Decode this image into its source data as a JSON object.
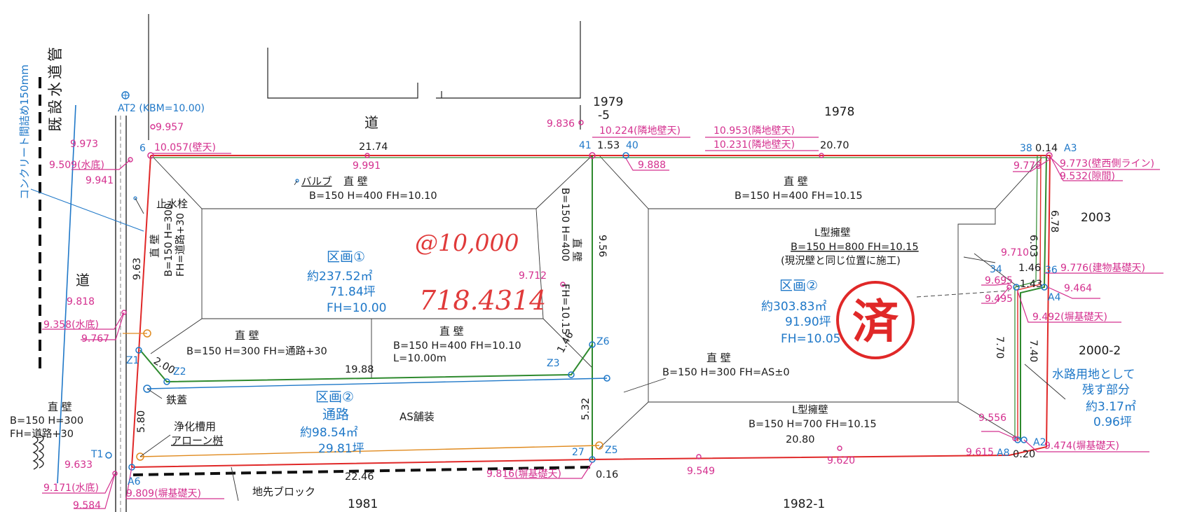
{
  "vertical_labels": {
    "concrete_note": "コンクリート間詰め150mm",
    "water_pipe": "既設水道管"
  },
  "benchmark": "AT2 (KBM=10.00)",
  "parcels": {
    "p1979_5_line1": "1979",
    "p1979_5_line2": "-5",
    "p1978": "1978",
    "p2003": "2003",
    "p2000_2": "2000-2",
    "p1981": "1981",
    "p1982_1": "1982-1"
  },
  "roads": {
    "top": "道",
    "left": "道"
  },
  "points": {
    "at2": "AT2",
    "p6": "6",
    "p41": "41",
    "p40": "40",
    "p38": "38",
    "a3": "A3",
    "p34": "34",
    "p36": "36",
    "a4": "A4",
    "z1": "Z1",
    "z2": "Z2",
    "z3": "Z3",
    "z6": "Z6",
    "z5": "Z5",
    "p27": "27",
    "t1": "T1",
    "a6": "A6",
    "a8": "A8",
    "a2": "A2"
  },
  "dimensions": {
    "top_left": "21.74",
    "d153": "1.53",
    "top_right": "20.70",
    "d014": "0.14",
    "left": "9.63",
    "d603": "6.03",
    "d678": "6.78",
    "d146a": "1.46",
    "d146b": "1.46",
    "d143": "1.43",
    "d956": "9.56",
    "d1988": "19.88",
    "d200": "2.00",
    "d770": "7.70",
    "d740": "7.40",
    "d580": "5.80",
    "d532": "5.32",
    "bottom_left": "22.46",
    "d016": "0.16",
    "d2080": "20.80",
    "d020": "0.20"
  },
  "elevations": {
    "e9957": "9.957",
    "e10057": "10.057(壁天)",
    "e9973": "9.973",
    "e9509": "9.509(水底)",
    "e9941": "9.941",
    "e9991": "9.991",
    "e9836": "9.836",
    "e10224": "10.224(隣地壁天)",
    "e10953": "10.953(隣地壁天)",
    "e10231": "10.231(隣地壁天)",
    "e9888": "9.888",
    "e9778": "9.778",
    "e9773": "9.773(壁西側ライン)",
    "e9532": "9.532(隙間)",
    "e9710": "9.710",
    "e9776": "9.776(建物基礎天)",
    "e9695": "9.695",
    "e9464": "9.464",
    "e9495": "9.495",
    "e9492": "9.492(塀基礎天)",
    "e9712": "9.712",
    "e9818": "9.818",
    "e9358": "9.358(水底)",
    "e9767": "9.767",
    "e9556": "9.556",
    "e9474": "9.474(塀基礎天)",
    "e9615": "9.615",
    "e9620": "9.620",
    "e9549": "9.549",
    "e9816": "9.816(塀基礎天)",
    "e9633": "9.633",
    "e9171": "9.171(水底)",
    "e9809": "9.809(塀基礎天)",
    "e9584": "9.584"
  },
  "walls": {
    "w1_title": "直 壁",
    "w1_spec": "B=150  H=400  FH=10.10",
    "valve": "バルブ",
    "stop_valve": "止水栓",
    "w2_title": "直 壁",
    "w2_spec1": "B=150 H=300",
    "w2_spec2": "FH=道路+30",
    "w3_title": "直 壁",
    "w3_spec1": "B=150  H=400",
    "w3_spec2": "FH=10.15",
    "w4_title": "直 壁",
    "w4_spec": "B=150  H=300 FH=通路+30",
    "w5_title": "直 壁",
    "w5_spec1": "B=150  H=400  FH=10.10",
    "w5_spec2": "L=10.00m",
    "w6_title": "直 壁",
    "w6_spec": "B=150  H=400  FH=10.15",
    "w7_title": "L型擁壁",
    "w7_spec": "B=150  H=800  FH=10.15",
    "w7_note": "(現況壁と同じ位置に施工)",
    "w8_title": "直 壁",
    "w8_spec": "B=150  H=300  FH=AS±0",
    "w9_title": "L型擁壁",
    "w9_spec": "B=150  H=700  FH=10.15",
    "w10_title": "直 壁",
    "w10_spec1": "B=150  H=300",
    "w10_spec2": "FH=道路+30"
  },
  "features": {
    "iron_lid": "鉄蓋",
    "septic1": "浄化槽用",
    "septic2": "アローン桝",
    "paving": "AS舗装",
    "curb_block": "地先ブロック"
  },
  "zones": {
    "z1_title": "区画①",
    "z1_area_m2": "約237.52㎡",
    "z1_area_tsubo": "71.84坪",
    "z1_fh": "FH=10.00",
    "z2_title": "区画②",
    "z2_area_m2": "約303.83㎡",
    "z2_area_tsubo": "91.90坪",
    "z2_fh": "FH=10.05",
    "path_title1": "区画②",
    "path_title2": "通路",
    "path_area_m2": "約98.54㎡",
    "path_area_tsubo": "29.81坪",
    "water_1": "水路用地として",
    "water_2": "残す部分",
    "water_m2": "約3.17㎡",
    "water_tsubo": "0.96坪"
  },
  "handwriting": {
    "price1": "@10,000",
    "price2": "718.4314"
  },
  "stamp": {
    "text": "済"
  },
  "colors": {
    "boundary_red": "#e02828",
    "wall_green": "#2e8a2e",
    "elevation_pink": "#d4308f",
    "label_blue": "#1f78c8",
    "septic_orange": "#e08a1e"
  }
}
